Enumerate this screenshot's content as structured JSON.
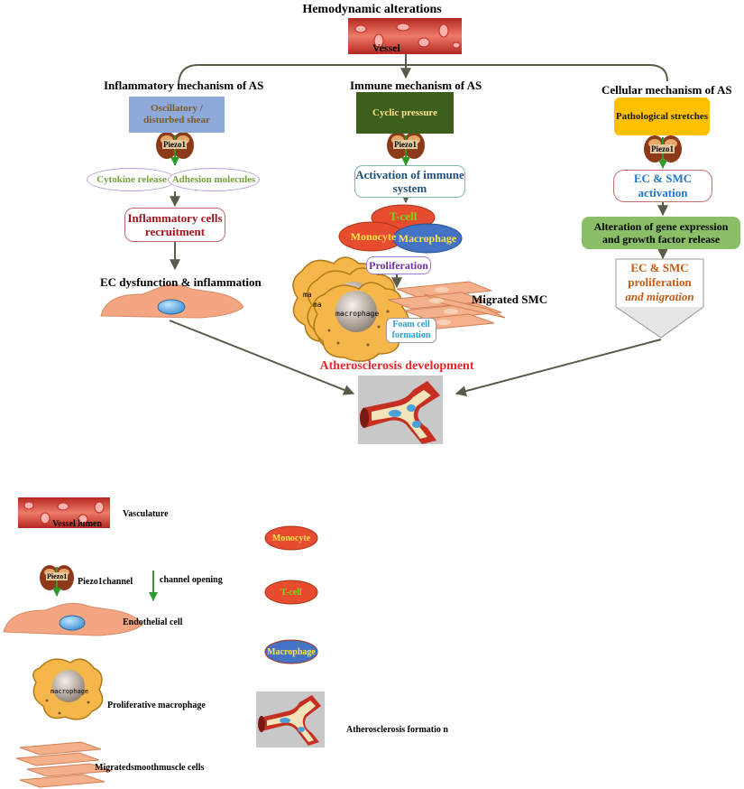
{
  "header": {
    "title": "Hemodynamic alterations",
    "vessel_label": "Vessel"
  },
  "columns": {
    "inflammatory": {
      "title": "Inflammatory mechanism of AS",
      "stimulus": "Oscillatory / disturbed shear",
      "channel": "Piezo1",
      "cytokine": "Cytokine release",
      "adhesion": "Adhesion molecules",
      "recruitment": "Inflammatory cells recruitment",
      "outcome": "EC dysfunction & inflammation"
    },
    "immune": {
      "title": "Immune mechanism of AS",
      "stimulus": "Cyclic pressure",
      "channel": "Piezo1",
      "activation": "Activation of immune system",
      "tcell": "T-cell",
      "monocyte": "Monocyte",
      "macrophage": "Macrophage",
      "proliferation": "Proliferation",
      "macro_label": "macrophage",
      "ma1": "ma",
      "ma2": "ma",
      "migrated": "Migrated SMC",
      "foam": "Foam cell formation"
    },
    "cellular": {
      "title": "Cellular mechanism of AS",
      "stimulus": "Pathological stretches",
      "channel": "Piezo1",
      "activation": "EC & SMC activation",
      "alteration": "Alteration of gene expression and growth factor release",
      "prolif_line1": "EC & SMC",
      "prolif_line2": "proliferation",
      "prolif_line3": "and migration"
    }
  },
  "result": "Atherosclerosis development",
  "legend": {
    "vessel_lumen": "Vessel lumen",
    "vasculature": "Vasculature",
    "piezo_chip": "Piezo1",
    "piezo_channel": "Piezo1channel",
    "channel_opening": "channel opening",
    "endothelial": "Endothelial cell",
    "macro_chip": "macrophage",
    "proliferative_macrophage": "Proliferative macrophage",
    "smooth_muscle": "Migratedsmoothmuscle cells",
    "monocyte": "Monocyte",
    "tcell": "T-cell",
    "macrophage": "Macrophage",
    "atherosclerosis": "Atherosclerosis formatio n"
  },
  "colors": {
    "vessel_red": "#d9423a",
    "inflam_box": "#8eaadb",
    "immune_box": "#3d5f1c",
    "cellular_box": "#ffc000",
    "green_box": "#8bbf67",
    "dark_red_text": "#a0141e",
    "red_text": "#e3262b",
    "olive_text": "#77a03b",
    "blue_text": "#1f77c9",
    "monocyte": "#e74c2e",
    "tcell": "#7ed321",
    "macrophage": "#4472c4",
    "endothelial": "#f4a582",
    "arrow": "#595a45"
  }
}
